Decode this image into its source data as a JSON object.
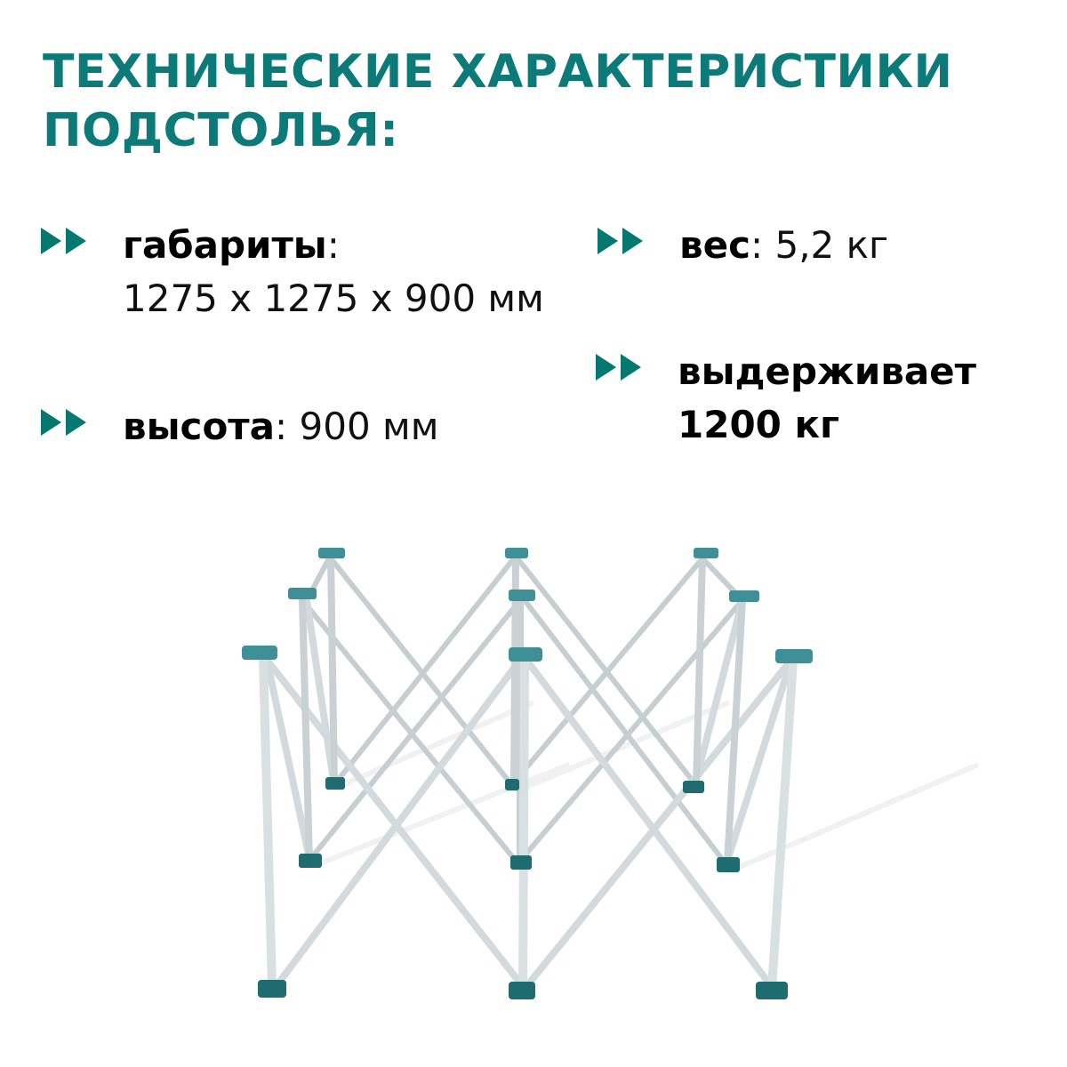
{
  "title": {
    "line1": "ТЕХНИЧЕСКИЕ ХАРАКТЕРИСТИКИ",
    "line2": "ПОДСТОЛЬЯ:"
  },
  "specs": {
    "dimensions": {
      "label": "габариты",
      "sep": ":",
      "value": "1275 х 1275 х 900 мм"
    },
    "height": {
      "label": "высота",
      "sep": ":",
      "value": "900 мм"
    },
    "weight": {
      "label": "вес",
      "sep": ":",
      "value": "5,2 кг"
    },
    "capacity": {
      "line1": "выдерживает",
      "line2": "1200 кг"
    }
  },
  "icons": {
    "bullet": "double-arrow-right-icon"
  },
  "colors": {
    "accent": "#0b7a78",
    "bullet": "#057870",
    "text": "#000000"
  },
  "image": {
    "subject": "folding scissor table base, aluminium with teal feet and caps"
  }
}
